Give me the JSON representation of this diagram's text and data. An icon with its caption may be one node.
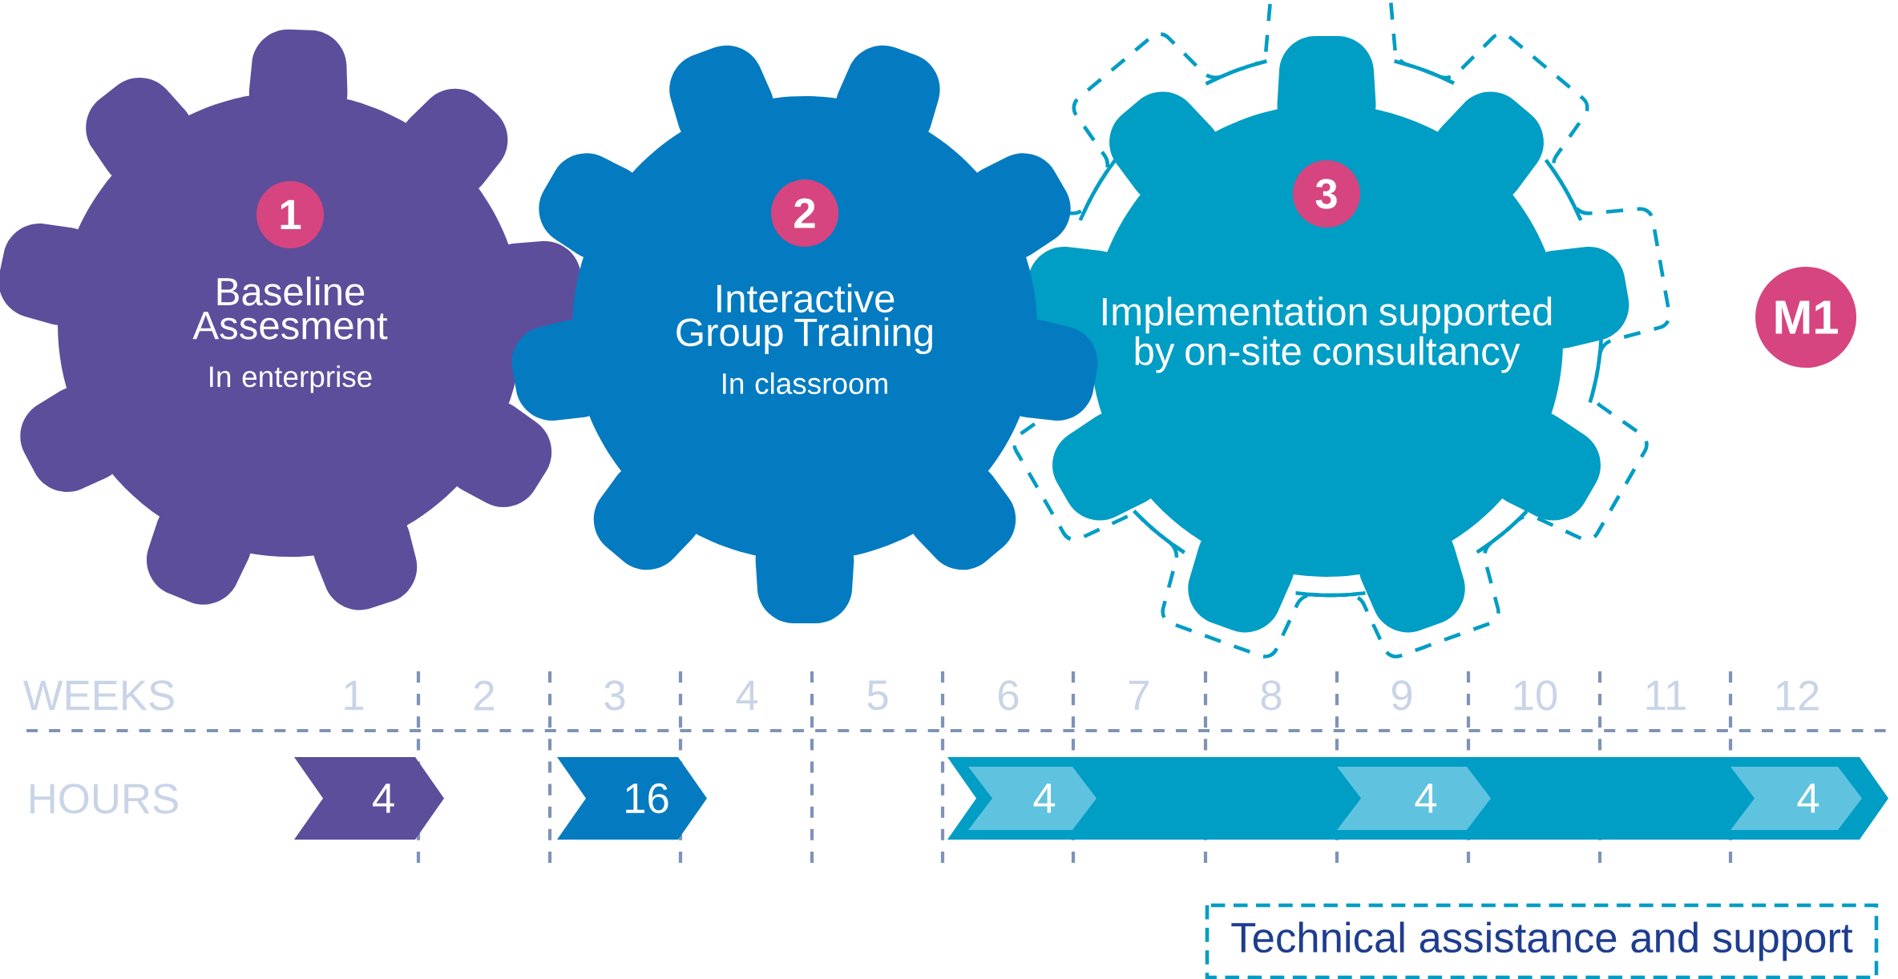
{
  "diagram": {
    "nodes": [
      {
        "text": [
          "Baseline Assesment",
          "In enterprise"
        ]
      },
      {
        "text": [
          "1"
        ],
        "in": 0
      },
      {
        "text": [
          "Interactive Group Training",
          "In classroom"
        ]
      },
      {
        "text": [
          "2"
        ],
        "in": 2
      },
      {
        "text": [
          "Implementation supported by on-site consultancy"
        ]
      },
      {
        "text": [
          "3"
        ],
        "in": 4
      },
      {
        "text": [
          "M1"
        ]
      },
      {
        "text": [
          "4"
        ]
      },
      {
        "text": [
          "16"
        ]
      },
      {
        "text": [],
        "shape": "bar"
      },
      {
        "text": [
          "4"
        ],
        "in": 9
      },
      {
        "text": [
          "4"
        ],
        "in": 9
      },
      {
        "text": [
          "4"
        ],
        "in": 9
      },
      {
        "text": [
          "Technical assistance and support"
        ]
      }
    ],
    "labels": [
      "WEEKS",
      "1",
      "2",
      "3",
      "4",
      "5",
      "6",
      "7",
      "8",
      "9",
      "10",
      "11",
      "12",
      "HOURS"
    ]
  }
}
